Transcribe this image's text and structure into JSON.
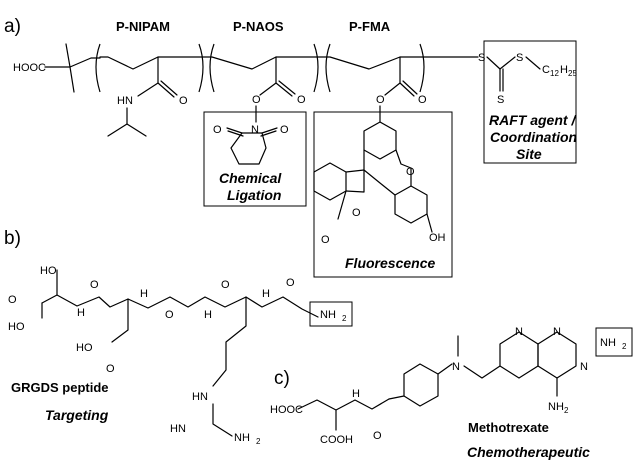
{
  "panels": {
    "a": "a)",
    "b": "b)",
    "c": "c)"
  },
  "blocks": {
    "nipam": "P-NIPAM",
    "naos": "P-NAOS",
    "fma": "P-FMA"
  },
  "groups": {
    "cooh_left": "HOOC",
    "hn": "HN",
    "o": "O",
    "n": "N",
    "s": "S",
    "c_alkyl": "C",
    "sub_12": "12",
    "sub_25": "25",
    "oh": "OH",
    "ho": "HO",
    "h": "H",
    "nh": "NH",
    "hn_upper": "HN",
    "nh2": "NH",
    "sub_2": "2",
    "hooc": "HOOC",
    "cooh": "COOH",
    "h2n": "H",
    "h2n_n": "N"
  },
  "boxes": {
    "ligation_1": "Chemical",
    "ligation_2": "Ligation",
    "fluorescence": "Fluorescence",
    "raft_1": "RAFT agent /",
    "raft_2": "Coordination",
    "raft_3": "Site"
  },
  "peptide": {
    "name": "GRGDS peptide",
    "role": "Targeting"
  },
  "drug": {
    "name": "Methotrexate",
    "role": "Chemotherapeutic"
  }
}
